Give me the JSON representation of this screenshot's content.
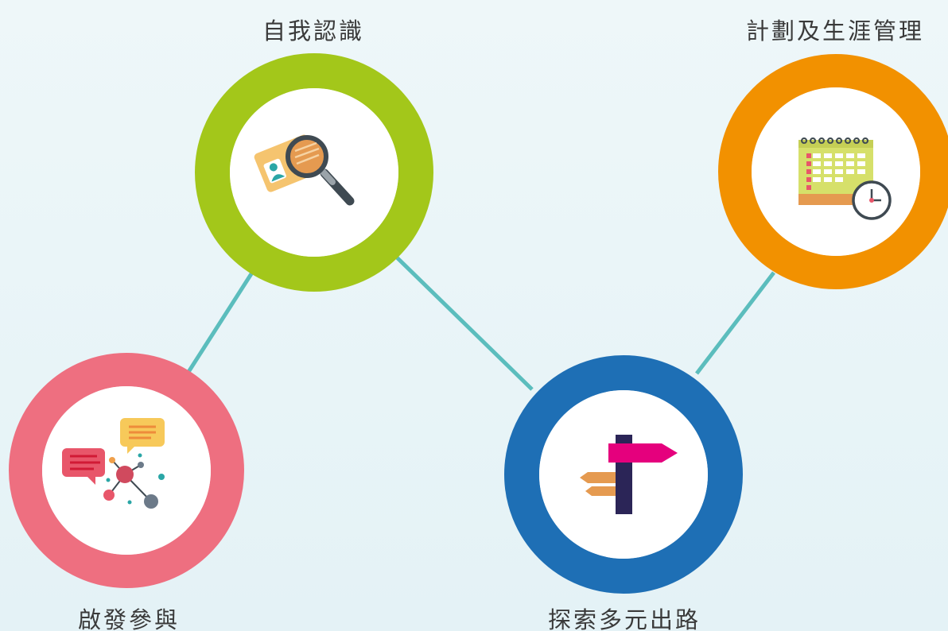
{
  "nodes": {
    "self_awareness": {
      "label": "自我認識",
      "color": "#a3c71a",
      "icon": "id-card-magnifier-icon"
    },
    "planning": {
      "label": "計劃及生涯管理",
      "color": "#f29100",
      "icon": "calendar-clock-icon"
    },
    "inspire": {
      "label": "啟發參與",
      "color": "#ee6f80",
      "icon": "chat-network-icon"
    },
    "explore": {
      "label": "探索多元出路",
      "color": "#1e6fb5",
      "icon": "signpost-icon"
    }
  },
  "connector_color": "#5bbdbd"
}
